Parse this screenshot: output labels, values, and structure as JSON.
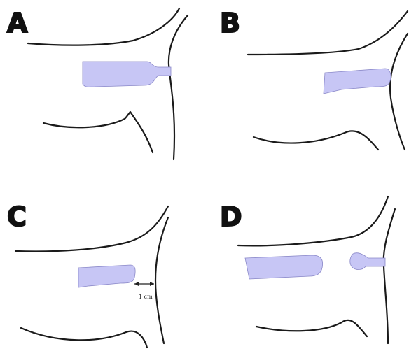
{
  "colors": {
    "fill": "#c7c6f5",
    "fill_stroke": "#8a88c8",
    "outline": "#1a1a1a"
  },
  "panels": [
    {
      "label": "A"
    },
    {
      "label": "B"
    },
    {
      "label": "C",
      "measurement": "1 cm"
    },
    {
      "label": "D"
    }
  ]
}
